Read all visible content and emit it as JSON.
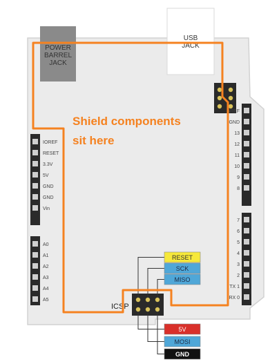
{
  "components": {
    "power_jack_label": [
      "POWER",
      "BARREL",
      "JACK"
    ],
    "usb_jack_label": [
      "USB",
      "JACK"
    ],
    "icsp_label": "ICSP"
  },
  "annotation": {
    "lines": [
      "Shield components",
      "sit here"
    ],
    "color": "#f58220"
  },
  "left_header_1": [
    "IOREF",
    "RESET",
    "3.3V",
    "5V",
    "GND",
    "GND",
    "Vin"
  ],
  "left_header_2": [
    "A0",
    "A1",
    "A2",
    "A3",
    "A4",
    "A5"
  ],
  "right_header_1": [
    "AREF",
    "GND",
    "13",
    "12",
    "11",
    "10",
    "9",
    "8"
  ],
  "right_header_2": [
    "7",
    "6",
    "5",
    "4",
    "3",
    "2",
    "TX 1",
    "RX 0"
  ],
  "icsp_pins_top": [
    {
      "label": "RESET",
      "color": "#f6e83a",
      "text_color": "#333333"
    },
    {
      "label": "SCK",
      "color": "#4fa7d8",
      "text_color": "#1d2a44"
    },
    {
      "label": "MISO",
      "color": "#4fa7d8",
      "text_color": "#1d2a44"
    }
  ],
  "icsp_pins_bottom": [
    {
      "label": "5V",
      "color": "#d9302a",
      "text_color": "#ffffff"
    },
    {
      "label": "MOSI",
      "color": "#4fa7d8",
      "text_color": "#1d2a44"
    },
    {
      "label": "GND",
      "color": "#111111",
      "text_color": "#ffffff"
    }
  ],
  "colors": {
    "board": "#ebebeb",
    "board_edge": "#d2d2d2",
    "header": "#2a2a2a",
    "pin": "#cfcfcf",
    "jack": "#8a8a8a",
    "usb": "#ffffff"
  }
}
